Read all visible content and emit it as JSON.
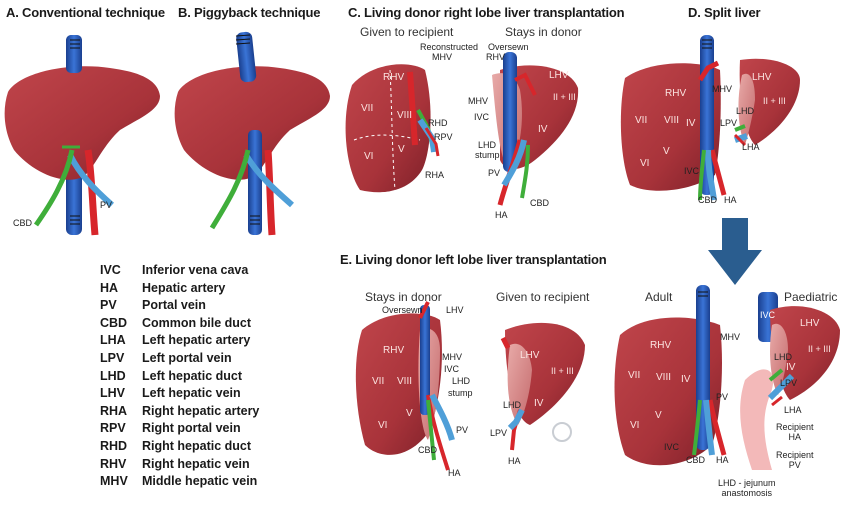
{
  "titles": {
    "a": "A. Conventional technique",
    "b": "B. Piggyback technique",
    "c": "C. Living donor right lobe liver transplantation",
    "d": "D. Split liver",
    "e": "E. Living donor left lobe liver transplantation"
  },
  "subtitles": {
    "c_given": "Given to recipient",
    "c_stays": "Stays in donor",
    "e_stays": "Stays in donor",
    "e_given": "Given to recipient",
    "d_adult": "Adult",
    "d_paediatric": "Paediatric"
  },
  "labels": {
    "a_cbd": "CBD",
    "a_pv": "PV",
    "c_reconstructed": "Reconstructed",
    "c_mhv": "MHV",
    "c_oversewn": "Oversewn",
    "c_rhv": "RHV",
    "c_mhv2": "MHV",
    "c_ivc": "IVC",
    "c_rhd": "RHD",
    "c_rpv": "RPV",
    "c_rha": "RHA",
    "c_lhd": "LHD",
    "c_stump": "stump",
    "c_pv": "PV",
    "c_cbd": "CBD",
    "c_ha": "HA",
    "d_mhv": "MHV",
    "d_lhd": "LHD",
    "d_lpv": "LPV",
    "d_lha": "LHA",
    "d_ivc": "IVC",
    "d_cbd": "CBD",
    "d_ha": "HA",
    "e_oversewn": "Oversewn",
    "e_lhv": "LHV",
    "e_mhv": "MHV",
    "e_ivc": "IVC",
    "e_lhd": "LHD",
    "e_stump": "stump",
    "e_pv": "PV",
    "e_cbd": "CBD",
    "e_ha": "HA",
    "e_lhd2": "LHD",
    "e_lpv": "LPV",
    "e_ha2": "HA",
    "d2_mhv": "MHV",
    "d2_ivc_top": "IVC",
    "d2_lhd": "LHD",
    "d2_lpv": "LPV",
    "d2_lha": "LHA",
    "d2_recipient_ha": "Recipient\nHA",
    "d2_recipient_pv": "Recipient\nPV",
    "d2_pv": "PV",
    "d2_ivc": "IVC",
    "d2_cbd": "CBD",
    "d2_ha": "HA",
    "d2_lhd_jejunum": "LHD - jejunum\nanastomosis"
  },
  "segments": {
    "vii": "VII",
    "viii": "VIII",
    "vi": "VI",
    "v": "V",
    "iv": "IV",
    "rhv": "RHV",
    "lhv": "LHV",
    "ii_iii": "II + III"
  },
  "legend": [
    {
      "abbr": "IVC",
      "full": "Inferior vena cava"
    },
    {
      "abbr": "HA",
      "full": "Hepatic artery"
    },
    {
      "abbr": "PV",
      "full": "Portal vein"
    },
    {
      "abbr": "CBD",
      "full": "Common bile duct"
    },
    {
      "abbr": "LHA",
      "full": "Left hepatic artery"
    },
    {
      "abbr": "LPV",
      "full": "Left portal vein"
    },
    {
      "abbr": "LHD",
      "full": "Left hepatic duct"
    },
    {
      "abbr": "LHV",
      "full": "Left hepatic vein"
    },
    {
      "abbr": "RHA",
      "full": "Right hepatic artery"
    },
    {
      "abbr": "RPV",
      "full": "Right portal vein"
    },
    {
      "abbr": "RHD",
      "full": "Right hepatic duct"
    },
    {
      "abbr": "RHV",
      "full": "Right hepatic vein"
    },
    {
      "abbr": "MHV",
      "full": "Middle hepatic vein"
    }
  ],
  "colors": {
    "liver": "#a8333a",
    "liver_dark": "#7d2029",
    "liver_light": "#d98a8a",
    "ivc": "#2357b8",
    "artery": "#d7262b",
    "duct": "#3fae3a",
    "portal": "#4f9fd8",
    "arrow": "#2a5d8f",
    "jejunum": "#f3b9b9"
  }
}
